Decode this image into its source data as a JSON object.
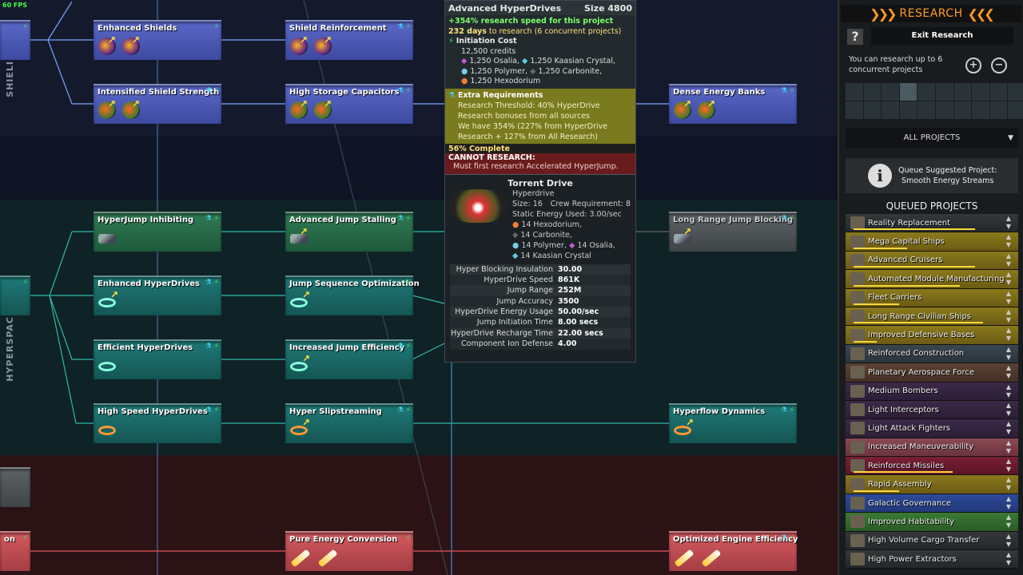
{
  "fps": "60 FPS",
  "bands": {
    "shields_label": "SHIELI",
    "hyperspace_label": "HYPERSPAC"
  },
  "nodes": {
    "enhanced_shields": "Enhanced Shields",
    "shield_reinforcement": "Shield Reinforcement",
    "intensified_shield_strength": "Intensified Shield Strength",
    "high_storage_capacitors": "High Storage Capacitors",
    "dense_energy_banks": "Dense Energy Banks",
    "hyperjump_inhibiting": "HyperJump Inhibiting",
    "advanced_jump_stalling": "Advanced Jump Stalling",
    "long_range_jump_blocking": "Long Range Jump Blocking",
    "enhanced_hyperdrives": "Enhanced HyperDrives",
    "jump_sequence_optimization": "Jump Sequence Optimization",
    "efficient_hyperdrives": "Efficient HyperDrives",
    "increased_jump_efficiency": "Increased Jump Efficiency",
    "high_speed_hyperdrives": "High Speed HyperDrives",
    "hyper_slipstreaming": "Hyper Slipstreaming",
    "hyperflow_dynamics": "Hyperflow Dynamics",
    "partial_red": "on",
    "pure_energy_conversion": "Pure Energy Conversion",
    "optimized_engine_efficiency": "Optimized Engine Efficiency"
  },
  "tooltip": {
    "title": "Advanced HyperDrives",
    "size": "Size 4800",
    "speed_line": "+354% research speed for this project",
    "days_bold": "232 days",
    "days_rest": " to research (6 concurrent projects)",
    "initiation_cost_label": "Initiation Cost",
    "credits": "12,500 credits",
    "costs": [
      "1,250 Osalia,",
      "1,250 Kaasian Crystal,",
      "1,250 Polymer,",
      "1,250 Carbonite,",
      "1,250 Hexodorium"
    ],
    "extra_label": "Extra Requirements",
    "extra_lines": [
      "Research Threshold: 40% HyperDrive",
      "Research bonuses from all sources",
      "We have 354% (227% from HyperDrive",
      "Research + 127% from All Research)"
    ],
    "complete": "56% Complete",
    "cannot": "CANNOT RESEARCH:",
    "must_first": "Must first research Accelerated HyperJump.",
    "component": {
      "name": "Torrent Drive",
      "type": "Hyperdrive",
      "size": "Size: 16",
      "crew": "Crew Requirement: 8",
      "static_energy": "Static Energy Used: 3.00/sec",
      "resources": [
        "14 Hexodorium,",
        "14 Carbonite,",
        "14 Polymer,",
        "14 Osalia,",
        "14 Kaasian Crystal"
      ]
    },
    "stats": [
      {
        "k": "Hyper Blocking Insulation",
        "v": "30.00"
      },
      {
        "k": "HyperDrive Speed",
        "v": "861K"
      },
      {
        "k": "Jump Range",
        "v": "252M"
      },
      {
        "k": "Jump Accuracy",
        "v": "3500"
      },
      {
        "k": "HyperDrive Energy Usage",
        "v": "50.00/sec"
      },
      {
        "k": "Jump Initiation Time",
        "v": "8.00 secs"
      },
      {
        "k": "HyperDrive Recharge Time",
        "v": "22.00 secs"
      },
      {
        "k": "Component Ion Defense",
        "v": "4.00"
      }
    ]
  },
  "panel": {
    "title": "RESEARCH",
    "help": "?",
    "exit": "Exit Research",
    "info": "You can research up to 6 concurrent projects",
    "zoom_in": "+",
    "zoom_out": "−",
    "all_projects": "ALL PROJECTS",
    "suggest_icon": "i",
    "suggest_line1": "Queue Suggested Project:",
    "suggest_line2": "Smooth Energy Streams",
    "queued_title": "QUEUED PROJECTS",
    "queue": [
      {
        "name": "Reality Replacement",
        "style": "q-dark",
        "progress": 0.8
      },
      {
        "name": "Mega Capital Ships",
        "style": "q-yellow",
        "progress": 0.35
      },
      {
        "name": "Advanced Cruisers",
        "style": "q-yellow",
        "progress": 0.8
      },
      {
        "name": "Automated Module Manufacturing",
        "style": "q-yellow",
        "progress": 0.7
      },
      {
        "name": "Fleet Carriers",
        "style": "q-yellow",
        "progress": 0.3
      },
      {
        "name": "Long Range Civilian Ships",
        "style": "q-yellow",
        "progress": 0.85
      },
      {
        "name": "Improved Defensive Bases",
        "style": "q-yellow",
        "progress": 0.15
      },
      {
        "name": "Reinforced Construction",
        "style": "q-slate",
        "progress": 0
      },
      {
        "name": "Planetary Aerospace Force",
        "style": "q-brown",
        "progress": 0
      },
      {
        "name": "Medium Bombers",
        "style": "q-purple",
        "progress": 0
      },
      {
        "name": "Light Interceptors",
        "style": "q-purple",
        "progress": 0
      },
      {
        "name": "Light Attack Fighters",
        "style": "q-purple",
        "progress": 0
      },
      {
        "name": "Increased Maneuverability",
        "style": "q-rose",
        "progress": 0
      },
      {
        "name": "Reinforced Missiles",
        "style": "q-crimson",
        "progress": 0.65
      },
      {
        "name": "Rapid Assembly",
        "style": "q-yellow",
        "progress": 0.3
      },
      {
        "name": "Galactic Governance",
        "style": "q-blue",
        "progress": 0
      },
      {
        "name": "Improved Habitability",
        "style": "q-green",
        "progress": 0
      },
      {
        "name": "High Volume Cargo Transfer",
        "style": "q-dark",
        "progress": 0
      },
      {
        "name": "High Power Extractors",
        "style": "q-dark",
        "progress": 0
      }
    ]
  }
}
